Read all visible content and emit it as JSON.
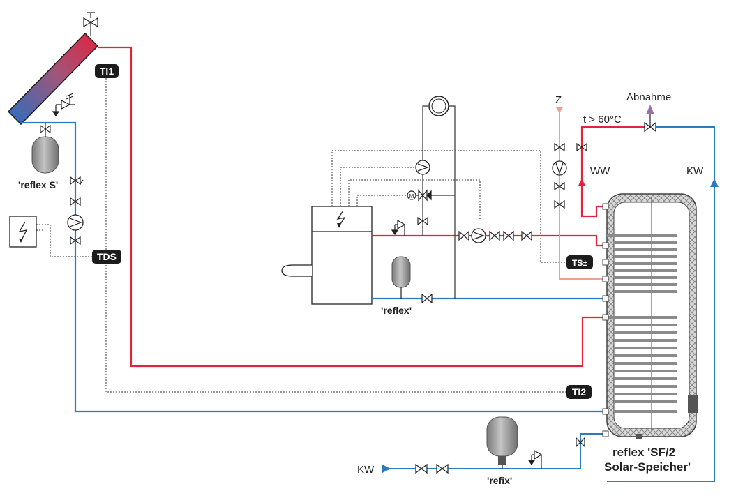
{
  "labels": {
    "reflex_s": "'reflex S'",
    "reflex": "'reflex'",
    "refix": "'refix'",
    "tank_line1": "reflex 'SF/2",
    "tank_line2": "Solar-Speicher'",
    "z": "Z",
    "abnahme": "Abnahme",
    "temperature": "t > 60°C",
    "ww": "WW",
    "kw_right": "KW",
    "kw_bottom": "KW"
  },
  "sensors": {
    "ti1": "TI1",
    "tds": "TDS",
    "ts": "TS±",
    "ti2": "TI2"
  },
  "colors": {
    "hot": "#e2233f",
    "cold": "#2a7bc0",
    "circulation": "#f0a090",
    "sensor_bg": "#1c1c1c",
    "vessel": "#9a9a9a",
    "abnahme_arrow": "#9b6fa5"
  }
}
